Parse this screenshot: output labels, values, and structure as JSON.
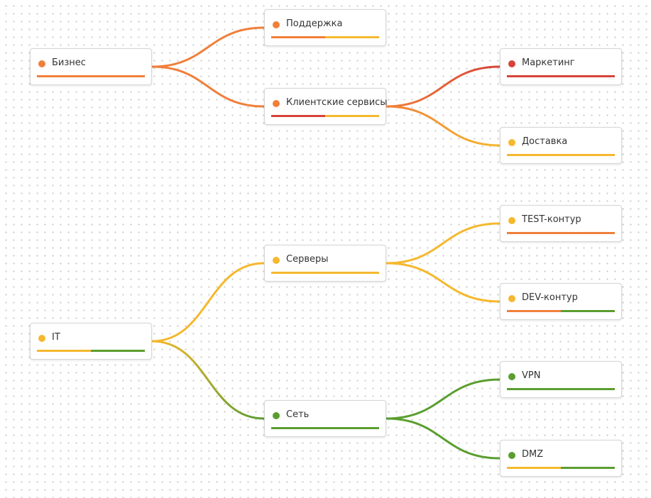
{
  "diagram": {
    "colors": {
      "red": "#d6443a",
      "orange": "#f07f3a",
      "yellow": "#f5b82e",
      "green": "#5a9e2f"
    },
    "nodes": [
      {
        "id": "biznes",
        "label": "Бизнес",
        "status": "orange",
        "bar": [
          "orange",
          "orange"
        ]
      },
      {
        "id": "podderzhka",
        "label": "Поддержка",
        "status": "orange",
        "bar": [
          "orange",
          "yellow"
        ]
      },
      {
        "id": "klientskie",
        "label": "Клиентские сервисы",
        "status": "orange",
        "bar": [
          "red",
          "yellow"
        ]
      },
      {
        "id": "marketing",
        "label": "Маркетинг",
        "status": "red",
        "bar": [
          "red",
          "red"
        ]
      },
      {
        "id": "dostavka",
        "label": "Доставка",
        "status": "yellow",
        "bar": [
          "yellow",
          "yellow"
        ]
      },
      {
        "id": "it",
        "label": "IT",
        "status": "yellow",
        "bar": [
          "yellow",
          "green"
        ]
      },
      {
        "id": "servery",
        "label": "Серверы",
        "status": "yellow",
        "bar": [
          "yellow",
          "yellow"
        ]
      },
      {
        "id": "set",
        "label": "Сеть",
        "status": "green",
        "bar": [
          "green",
          "green"
        ]
      },
      {
        "id": "test",
        "label": "TEST-контур",
        "status": "yellow",
        "bar": [
          "orange",
          "orange"
        ]
      },
      {
        "id": "dev",
        "label": "DEV-контур",
        "status": "yellow",
        "bar": [
          "orange",
          "green"
        ]
      },
      {
        "id": "vpn",
        "label": "VPN",
        "status": "green",
        "bar": [
          "green",
          "green"
        ]
      },
      {
        "id": "dmz",
        "label": "DMZ",
        "status": "green",
        "bar": [
          "yellow",
          "green"
        ]
      }
    ],
    "links": [
      {
        "from": "biznes",
        "to": "podderzhka"
      },
      {
        "from": "biznes",
        "to": "klientskie"
      },
      {
        "from": "klientskie",
        "to": "marketing"
      },
      {
        "from": "klientskie",
        "to": "dostavka"
      },
      {
        "from": "it",
        "to": "servery"
      },
      {
        "from": "it",
        "to": "set"
      },
      {
        "from": "servery",
        "to": "test"
      },
      {
        "from": "servery",
        "to": "dev"
      },
      {
        "from": "set",
        "to": "vpn"
      },
      {
        "from": "set",
        "to": "dmz"
      }
    ]
  }
}
